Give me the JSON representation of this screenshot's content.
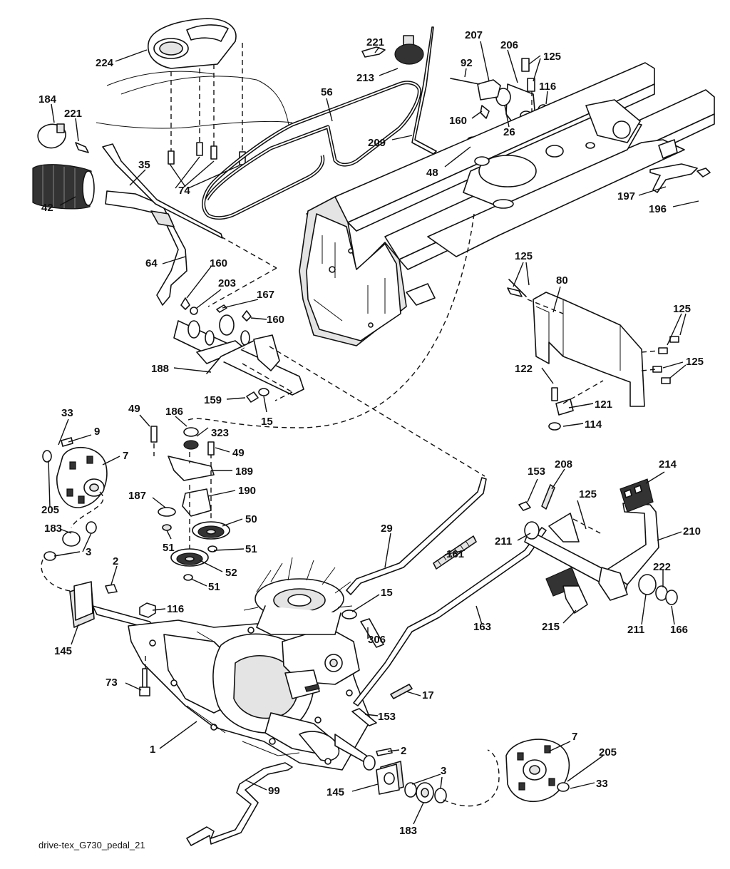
{
  "caption": "drive-tex_G730_pedal_21",
  "callouts": {
    "c224": "224",
    "c56": "56",
    "c221a": "221",
    "c213": "213",
    "c92": "92",
    "c207": "207",
    "c206": "206",
    "c125a": "125",
    "c116a": "116",
    "c160a": "160",
    "c26": "26",
    "c209": "209",
    "c48": "48",
    "c184": "184",
    "c221b": "221",
    "c35": "35",
    "c74": "74",
    "c42": "42",
    "c197": "197",
    "c196": "196",
    "c64": "64",
    "c160b": "160",
    "c203": "203",
    "c167": "167",
    "c160c": "160",
    "c125b": "125",
    "c80": "80",
    "c125c": "125",
    "c125d": "125",
    "c188": "188",
    "c122": "122",
    "c121": "121",
    "c114": "114",
    "c159": "159",
    "c15a": "15",
    "c33a": "33",
    "c9": "9",
    "c7a": "7",
    "c49a": "49",
    "c186": "186",
    "c323": "323",
    "c49b": "49",
    "c189": "189",
    "c205a": "205",
    "c187": "187",
    "c190": "190",
    "c153a": "153",
    "c208": "208",
    "c214": "214",
    "c125e": "125",
    "c183a": "183",
    "c3a": "3",
    "c50": "50",
    "c51a": "51",
    "c51b": "51",
    "c29": "29",
    "c211a": "211",
    "c210": "210",
    "c161": "161",
    "c2a": "2",
    "c52": "52",
    "c51c": "51",
    "c116b": "116",
    "c15b": "15",
    "c222": "222",
    "c145a": "145",
    "c306": "306",
    "c163": "163",
    "c215": "215",
    "c211b": "211",
    "c166": "166",
    "c73": "73",
    "c17": "17",
    "c153b": "153",
    "c1": "1",
    "c2b": "2",
    "c7b": "7",
    "c205b": "205",
    "c99": "99",
    "c3b": "3",
    "c145b": "145",
    "c33b": "33",
    "c183b": "183"
  },
  "icons": [
    "hood-dash-panel-icon",
    "drive-belt-icon",
    "frame-chassis-icon",
    "transaxle-icon",
    "cooling-fan-icon",
    "pulley-icon",
    "pedal-icon",
    "knob-icon",
    "hub-icon"
  ]
}
